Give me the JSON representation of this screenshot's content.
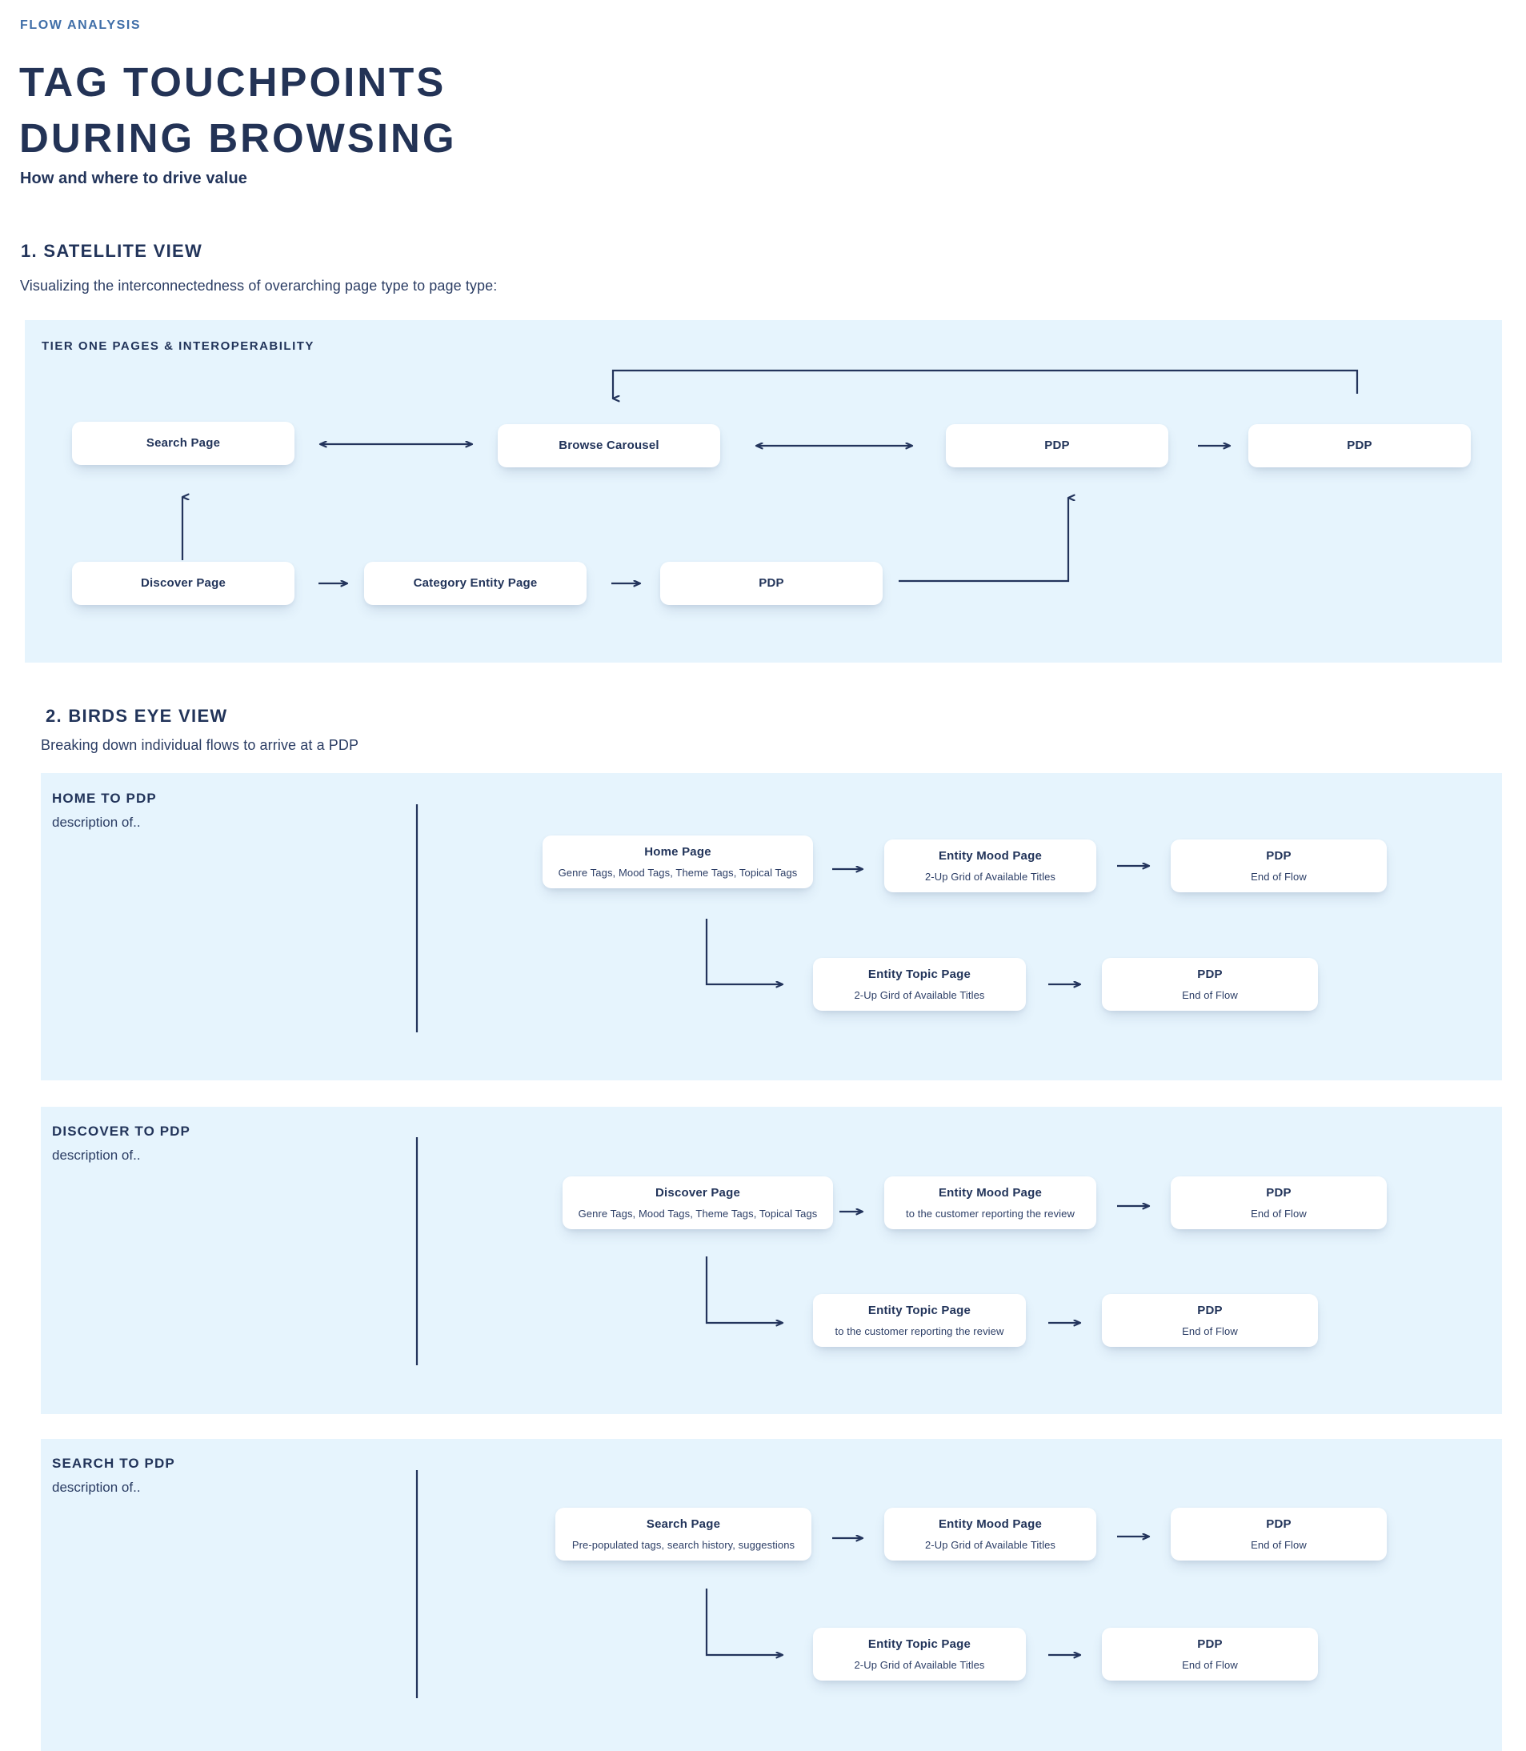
{
  "header": {
    "eyebrow": "FLOW ANALYSIS",
    "title_line1": "TAG TOUCHPOINTS",
    "title_line2": "DURING BROWSING",
    "subtitle": "How and where to drive value"
  },
  "section1": {
    "title": "1. SATELLITE VIEW",
    "subtitle": "Visualizing the interconnectedness of overarching page type to page type:",
    "panel_label": "TIER ONE PAGES & INTEROPERABILITY",
    "nodes": {
      "search_page": "Search Page",
      "browse_carousel": "Browse Carousel",
      "pdp_top_1": "PDP",
      "pdp_top_2": "PDP",
      "discover_page": "Discover Page",
      "category_entity_page": "Category Entity Page",
      "pdp_bottom": "PDP"
    }
  },
  "section2": {
    "title": "2. BIRDS EYE VIEW",
    "subtitle": "Breaking down individual flows to arrive at a PDP",
    "flows": [
      {
        "label": "HOME TO PDP",
        "description": "description of..",
        "start": {
          "title": "Home Page",
          "sub": "Genre Tags, Mood Tags, Theme Tags, Topical Tags"
        },
        "branch_a": {
          "title": "Entity Mood Page",
          "sub": "2-Up Grid of Available Titles"
        },
        "end_a": {
          "title": "PDP",
          "sub": "End of Flow"
        },
        "branch_b": {
          "title": "Entity Topic Page",
          "sub": "2-Up Gird of Available Titles"
        },
        "end_b": {
          "title": "PDP",
          "sub": "End of Flow"
        }
      },
      {
        "label": "DISCOVER TO PDP",
        "description": "description of..",
        "start": {
          "title": "Discover Page",
          "sub": "Genre Tags, Mood Tags, Theme Tags, Topical Tags"
        },
        "branch_a": {
          "title": "Entity Mood Page",
          "sub": "to the customer reporting the review"
        },
        "end_a": {
          "title": "PDP",
          "sub": "End of Flow"
        },
        "branch_b": {
          "title": "Entity Topic Page",
          "sub": "to the customer reporting the review"
        },
        "end_b": {
          "title": "PDP",
          "sub": "End of Flow"
        }
      },
      {
        "label": "SEARCH TO PDP",
        "description": "description of..",
        "start": {
          "title": "Search Page",
          "sub": "Pre-populated tags, search history, suggestions"
        },
        "branch_a": {
          "title": "Entity Mood Page",
          "sub": "2-Up Grid of Available Titles"
        },
        "end_a": {
          "title": "PDP",
          "sub": "End of Flow"
        },
        "branch_b": {
          "title": "Entity Topic Page",
          "sub": "2-Up Grid of Available Titles"
        },
        "end_b": {
          "title": "PDP",
          "sub": "End of Flow"
        }
      }
    ]
  },
  "colors": {
    "navy": "#22345a",
    "accent": "#3f6ea8",
    "panel_bg": "#e6f4fd",
    "card_bg": "#ffffff"
  }
}
